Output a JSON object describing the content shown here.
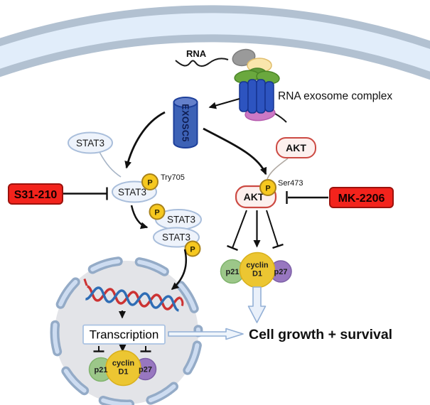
{
  "diagram": {
    "labels": {
      "rna": "RNA",
      "rna_exosome_complex": "RNA exosome complex",
      "exosc5": "EXOSC5",
      "stat3": "STAT3",
      "akt": "AKT",
      "p": "P",
      "try705": "Try705",
      "ser473": "Ser473",
      "s31_210": "S31-210",
      "mk_2206": "MK-2206",
      "p21": "p21",
      "cyclin_line1": "cyclin",
      "cyclin_line2": "D1",
      "p27": "p27",
      "transcription": "Transcription",
      "outcome": "Cell growth + survival"
    },
    "colors": {
      "membrane_edge": "#b2c1d1",
      "membrane_fill": "#e1edfa",
      "inhibitor_fill": "#f3231c",
      "inhibitor_border": "#9c120d",
      "stat3_fill": "#eef3fb",
      "stat3_border": "#a9bedb",
      "akt_fill": "#fdf0ee",
      "akt_border": "#cc4a43",
      "phospho_fill": "#f6c81f",
      "phospho_border": "#a8821a",
      "exosc5_fill": "#3d62b6",
      "exosome_barrel": "#2d54c0",
      "p21_fill": "#9cc789",
      "cyclin_d1_fill": "#ecc632",
      "p27_fill": "#9877c0",
      "nucleus_fill": "#e3e4e8",
      "nucleus_ring_border": "#94abc7",
      "nucleus_ring_fill": "#cddcf1",
      "outcome_arrow": "#93b0d6",
      "dna_red": "#cc3333",
      "dna_blue": "#2f6db5"
    }
  }
}
